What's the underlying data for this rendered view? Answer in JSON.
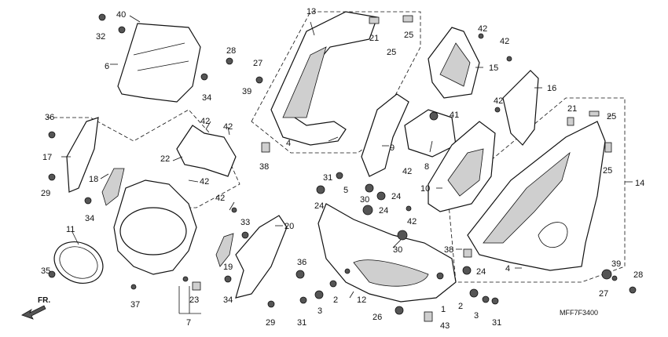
{
  "diagram": {
    "drawing_code": "MFF7F3400",
    "direction_label": "FR.",
    "labels": {
      "l1": "1",
      "l2": "2",
      "l3": "3",
      "l4": "4",
      "l5": "5",
      "l6": "6",
      "l7": "7",
      "l8": "8",
      "l9": "9",
      "l10": "10",
      "l11": "11",
      "l12": "12",
      "l13": "13",
      "l14": "14",
      "l15": "15",
      "l16": "16",
      "l17": "17",
      "l18": "18",
      "l19": "19",
      "l20": "20",
      "l21": "21",
      "l22": "22",
      "l23": "23",
      "l24": "24",
      "l25": "25",
      "l26": "26",
      "l27": "27",
      "l28": "28",
      "l29": "29",
      "l30": "30",
      "l31": "31",
      "l32": "32",
      "l33": "33",
      "l34": "34",
      "l35": "35",
      "l36": "36",
      "l37": "37",
      "l38": "38",
      "l39": "39",
      "l40": "40",
      "l41": "41",
      "l42": "42",
      "l43": "43"
    }
  }
}
